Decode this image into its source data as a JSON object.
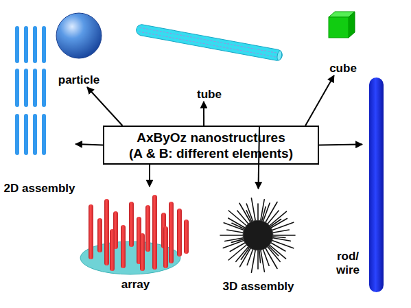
{
  "diagram": {
    "nodes": [
      {
        "text": [
          "particle"
        ]
      },
      {
        "text": [
          "tube"
        ]
      },
      {
        "text": [
          "cube"
        ]
      },
      {
        "text": [
          "AxByOz nanostructures",
          "(A & B: different elements)"
        ]
      },
      {
        "text": [
          "2D assembly"
        ]
      },
      {
        "text": [
          "rod/ wire"
        ]
      },
      {
        "text": [
          "array"
        ]
      },
      {
        "text": [
          "3D assembly"
        ]
      }
    ],
    "edges": [
      {
        "from": 3,
        "to": 0,
        "arrow": "to"
      },
      {
        "from": 3,
        "to": 1,
        "arrow": "to"
      },
      {
        "from": 3,
        "to": 2,
        "arrow": "to"
      },
      {
        "from": 3,
        "to": 4,
        "arrow": "to"
      },
      {
        "from": 3,
        "to": 5,
        "arrow": "to"
      },
      {
        "from": 3,
        "to": 6,
        "arrow": "to"
      },
      {
        "from": 3,
        "to": 7,
        "arrow": "to"
      }
    ]
  }
}
